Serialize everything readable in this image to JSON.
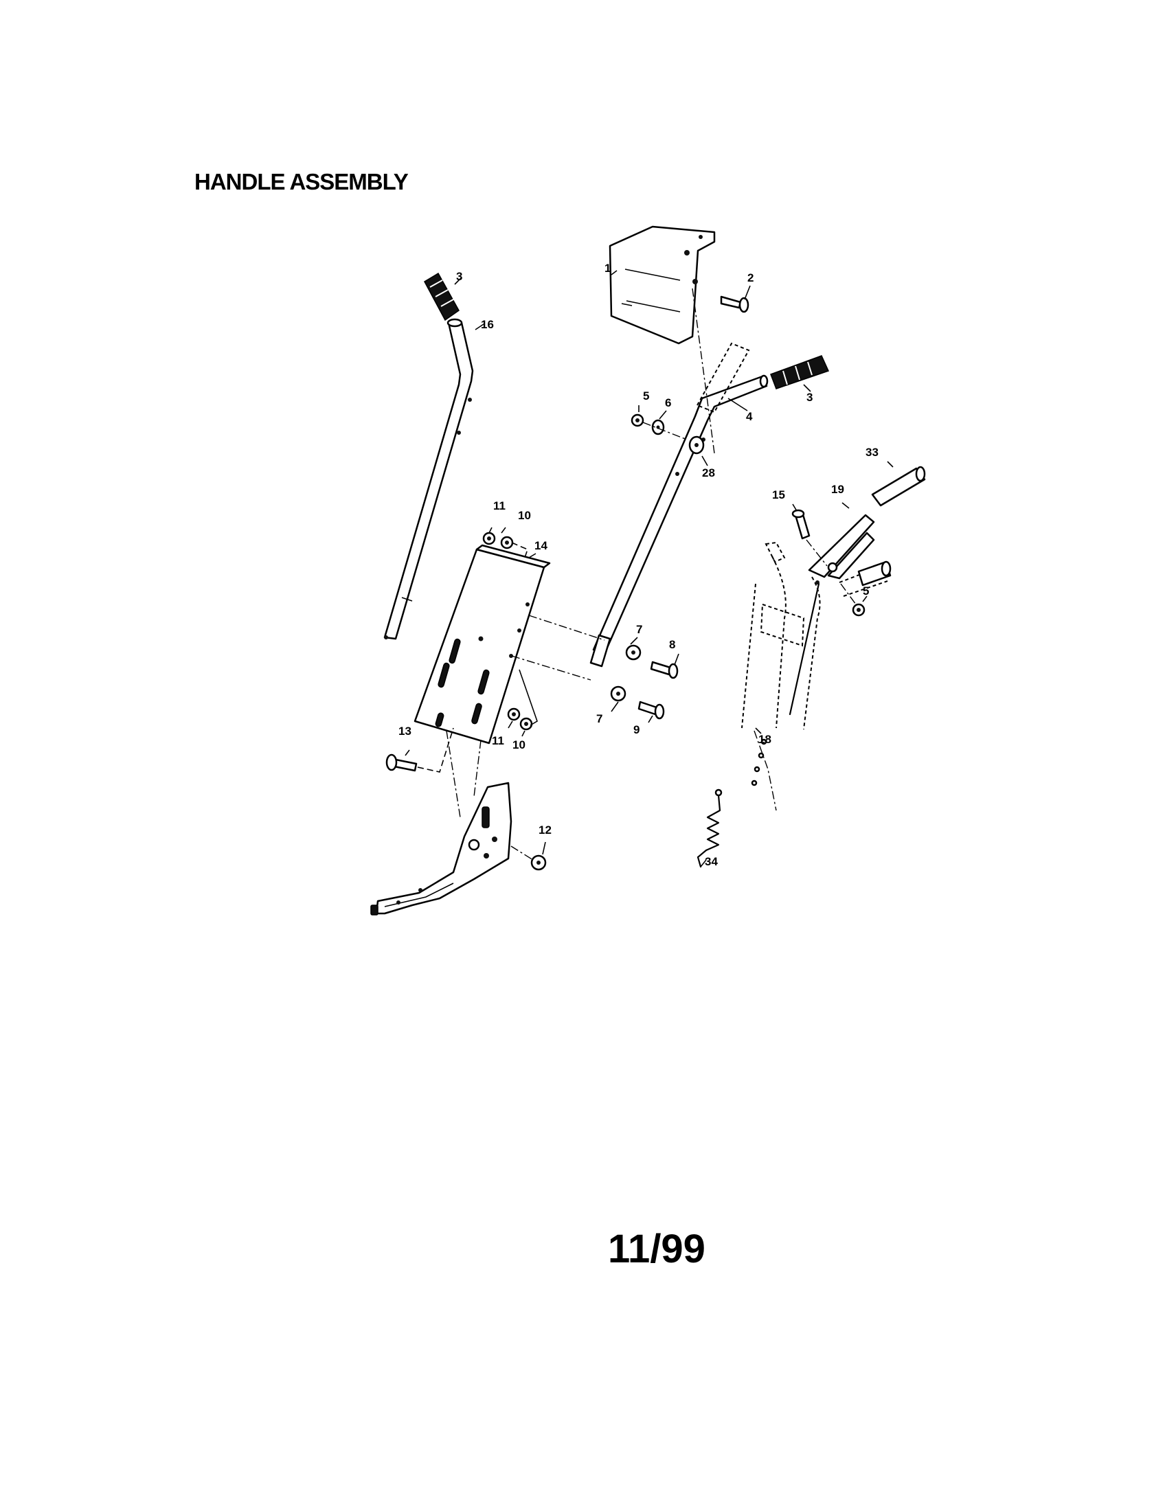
{
  "page": {
    "title": "HANDLE ASSEMBLY",
    "footer": "11/99"
  },
  "callouts": {
    "c1": "1",
    "c2": "2",
    "c3a": "3",
    "c3b": "3",
    "c4": "4",
    "c5a": "5",
    "c5b": "5",
    "c6": "6",
    "c7a": "7",
    "c7b": "7",
    "c8": "8",
    "c9": "9",
    "c10a": "10",
    "c10b": "10",
    "c11a": "11",
    "c11b": "11",
    "c12": "12",
    "c13": "13",
    "c14": "14",
    "c15": "15",
    "c16": "16",
    "c18": "18",
    "c19": "19",
    "c28": "28",
    "c33": "33",
    "c34": "34"
  }
}
